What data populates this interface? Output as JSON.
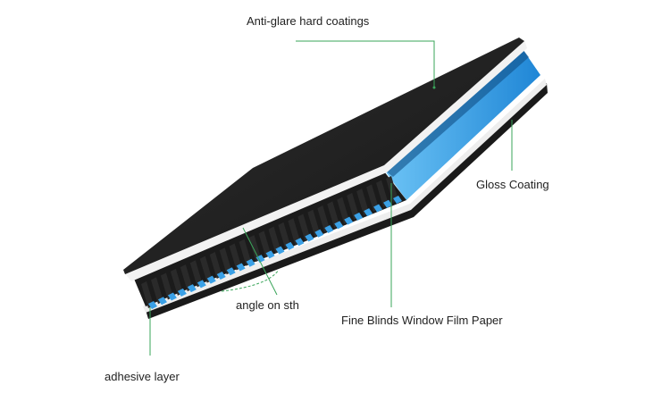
{
  "labels": {
    "top_coating": "Anti-glare hard coatings",
    "gloss": "Gloss Coating",
    "blinds": "Fine Blinds Window Film Paper",
    "angle": "angle on sth",
    "adhesive": "adhesive layer"
  },
  "colors": {
    "top_layer": "#222222",
    "white_layer": "#f4f4f4",
    "blind_blue": "#3aa0e6",
    "blind_dark": "#1c1c1c",
    "leader_line": "#3aa55a",
    "text": "#222222"
  }
}
